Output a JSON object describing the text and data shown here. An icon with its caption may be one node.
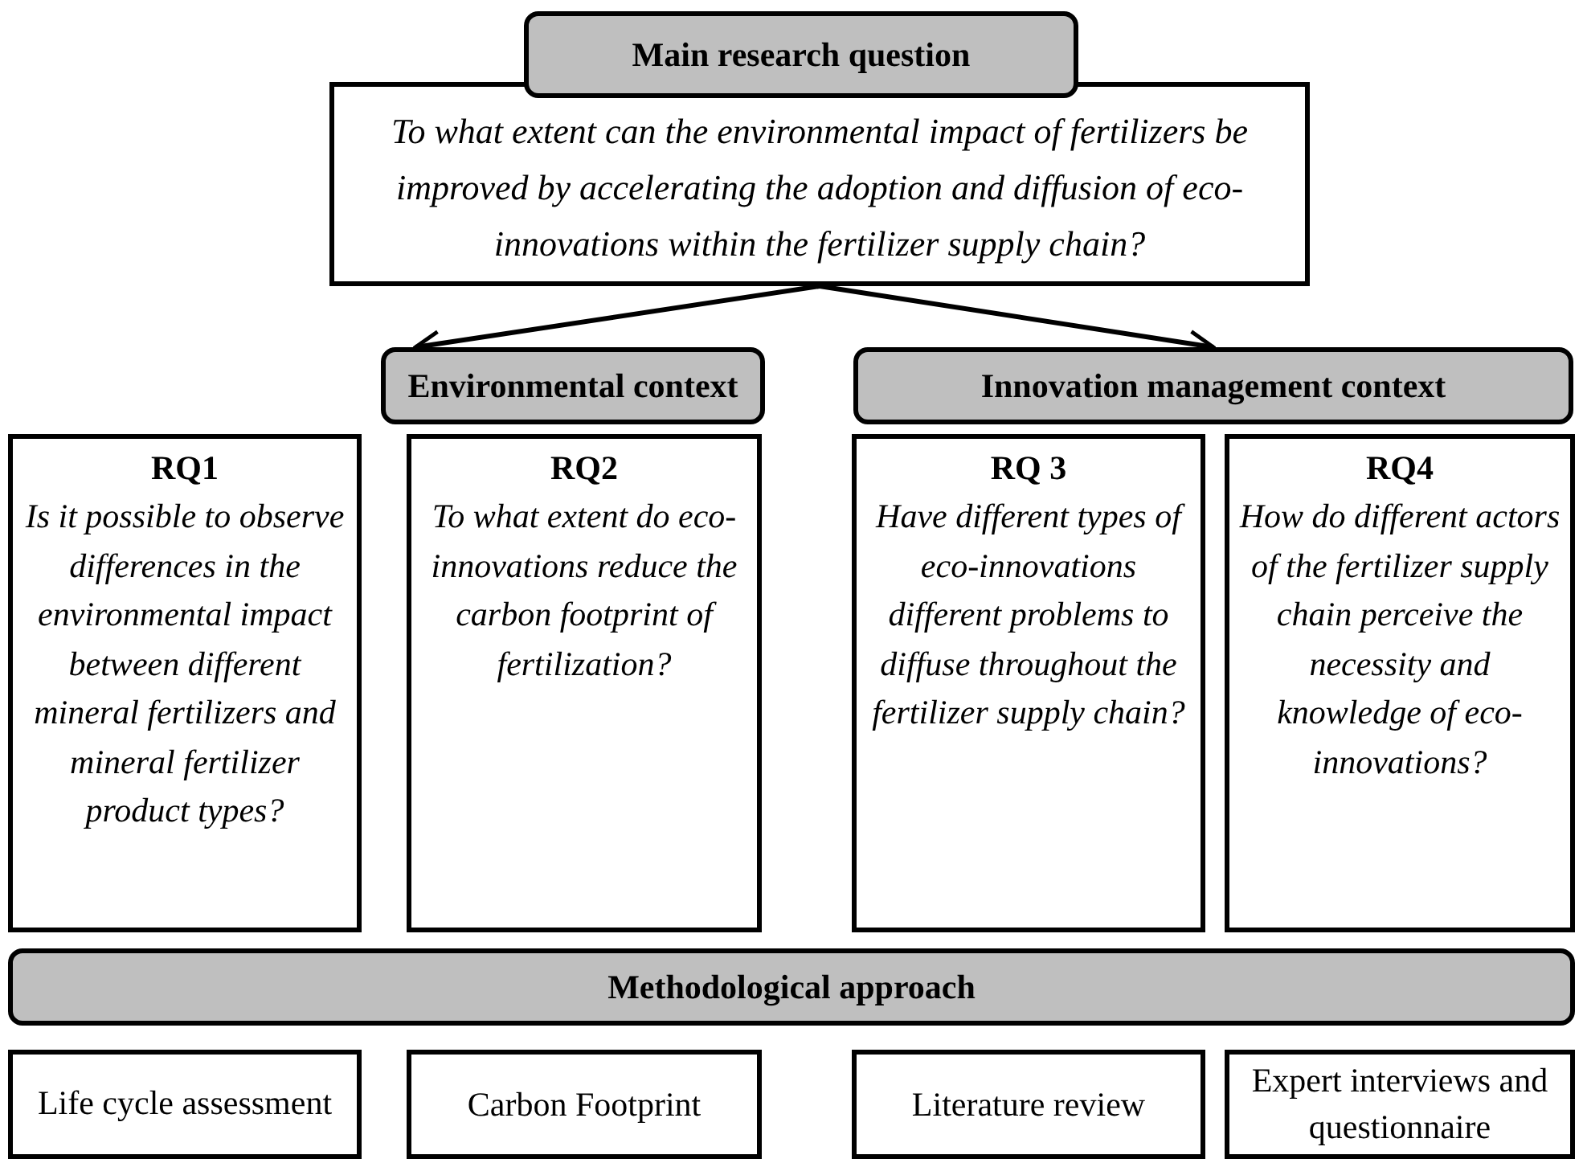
{
  "diagram": {
    "nodes": [
      {
        "text": [
          "Main research question"
        ]
      },
      {
        "text": [
          "To what extent can the environmental impact of fertilizers be improved by accelerating the adoption and diffusion of eco-innovations within the fertilizer supply chain?"
        ]
      },
      {
        "text": [
          "Environmental context"
        ]
      },
      {
        "text": [
          "Innovation management context"
        ]
      },
      {
        "text": [
          "RQ1",
          "Is it possible to observe differences in the environmental impact between different mineral fertilizers and mineral fertilizer product types?"
        ]
      },
      {
        "text": [
          "RQ2",
          "To what extent do eco-innovations reduce the carbon footprint of fertilization?"
        ]
      },
      {
        "text": [
          "RQ 3",
          "Have different types of eco-innovations different problems to diffuse throughout the fertilizer supply chain?"
        ]
      },
      {
        "text": [
          "RQ4",
          "How do different actors of the fertilizer supply chain perceive the necessity and knowledge of eco-innovations?"
        ]
      },
      {
        "text": [
          "Methodological approach"
        ]
      },
      {
        "text": [
          "Life cycle assessment"
        ]
      },
      {
        "text": [
          "Carbon Footprint"
        ]
      },
      {
        "text": [
          "Literature review"
        ]
      },
      {
        "text": [
          "Expert interviews and questionnaire"
        ]
      }
    ],
    "edges": [
      {
        "from": 1,
        "to": 2,
        "arrow": "to"
      },
      {
        "from": 1,
        "to": 3,
        "arrow": "to"
      }
    ]
  }
}
